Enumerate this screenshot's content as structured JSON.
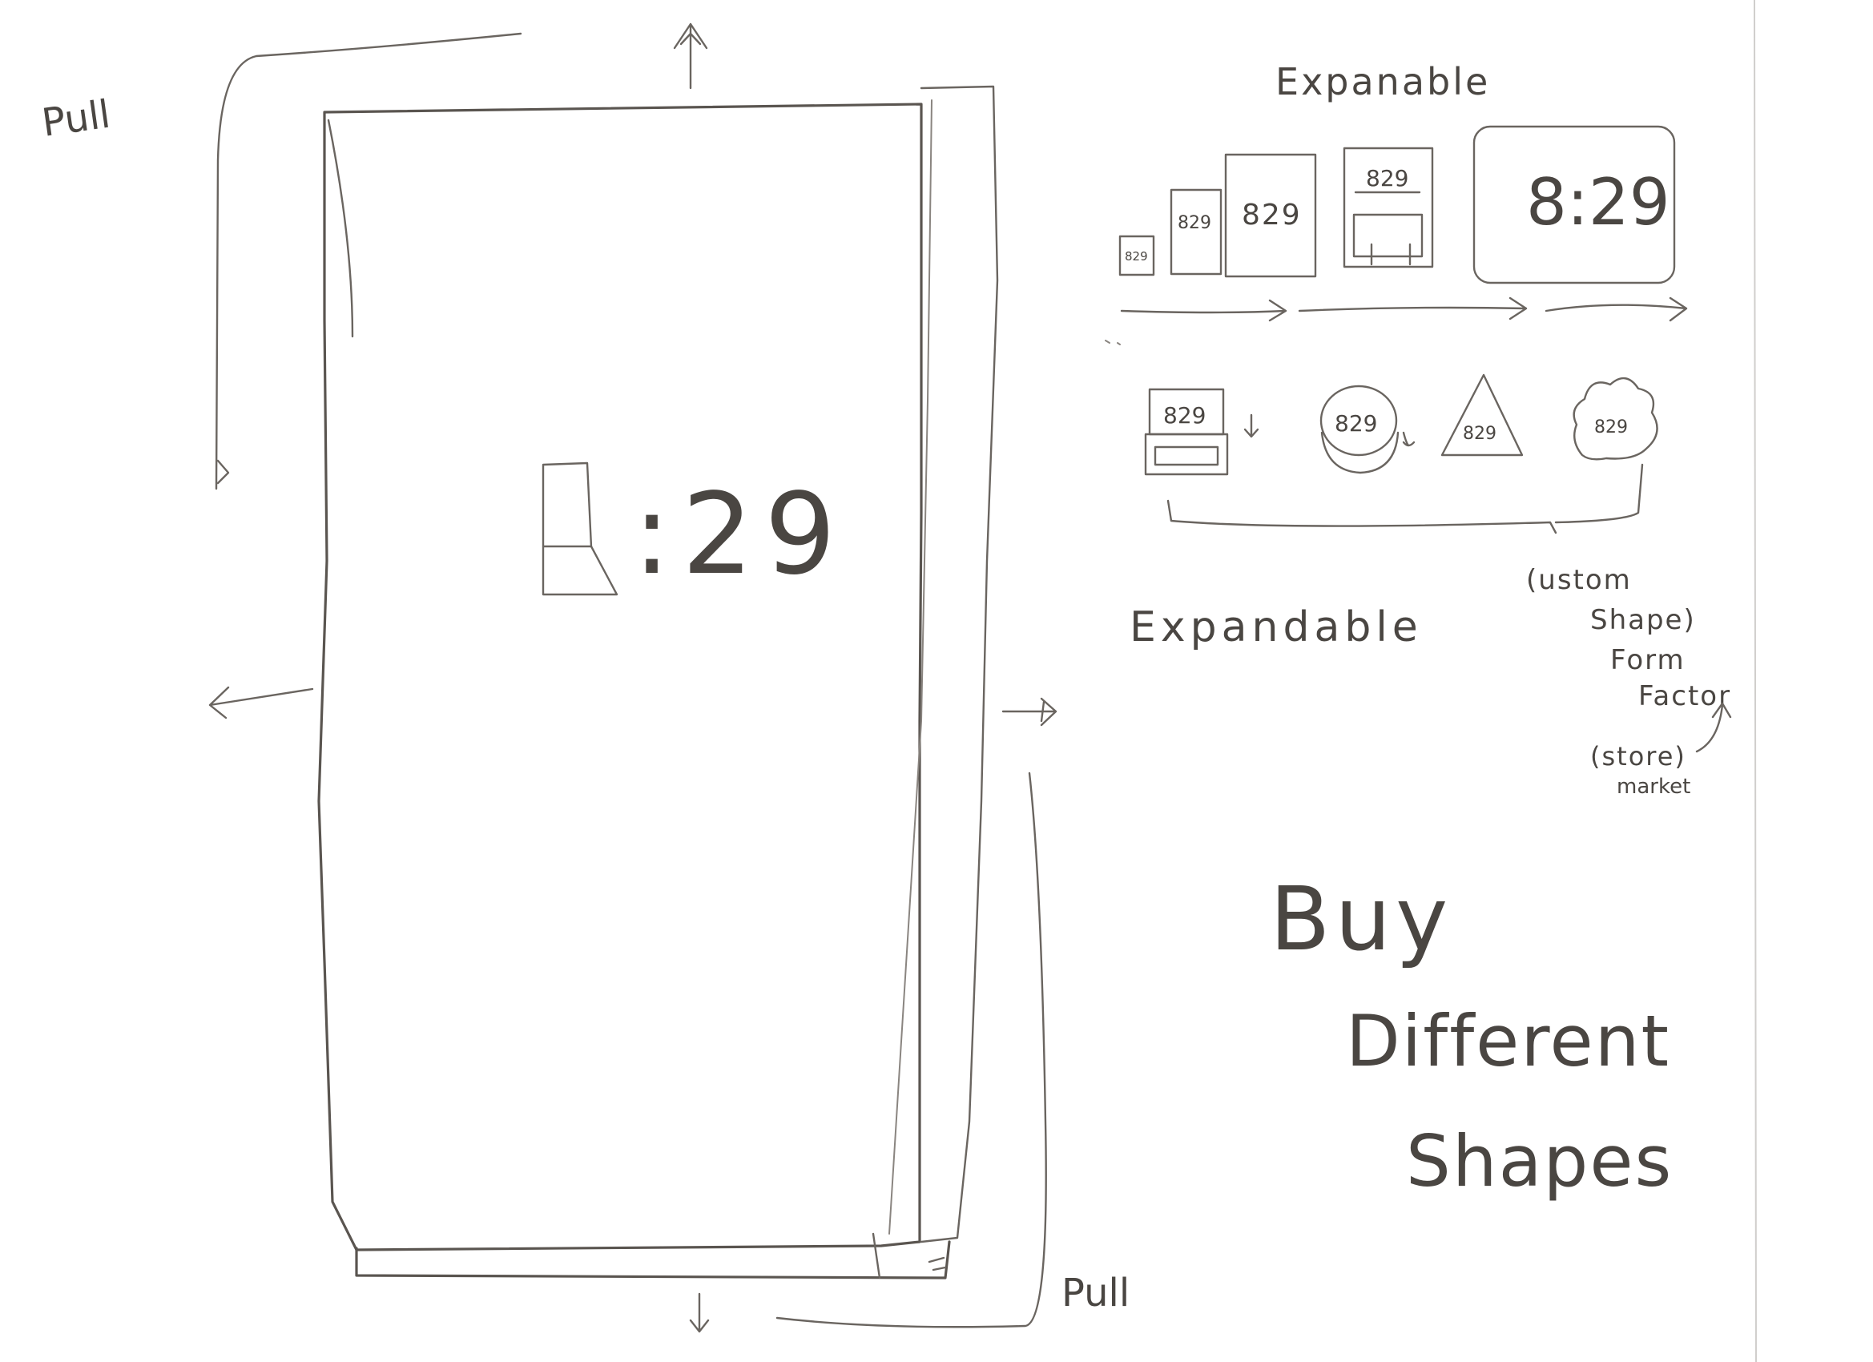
{
  "colors": {
    "paper": "#ffffff",
    "pencil": "#5a5550"
  },
  "main_device": {
    "time": "8:29",
    "pull_top_label": "Pull",
    "pull_bottom_label": "Pull"
  },
  "expand_row": {
    "heading": "Expanable",
    "sizes": [
      {
        "time": "829"
      },
      {
        "time": "829"
      },
      {
        "time": "829"
      },
      {
        "time": "829"
      },
      {
        "time": "8:29"
      }
    ]
  },
  "shapes_row": {
    "shapes": [
      {
        "time": "829",
        "icon": "slide-out-rectangle-icon"
      },
      {
        "time": "829",
        "icon": "round-puck-icon"
      },
      {
        "time": "829",
        "icon": "triangle-icon"
      },
      {
        "time": "829",
        "icon": "cloud-icon"
      }
    ],
    "expandable_label": "Expandable",
    "custom_note": [
      "(ustom",
      "Shape)",
      "Form",
      "Factor"
    ],
    "store_note": [
      "(store)",
      "market"
    ]
  },
  "tagline": [
    "Buy",
    "Different",
    "Shapes"
  ]
}
